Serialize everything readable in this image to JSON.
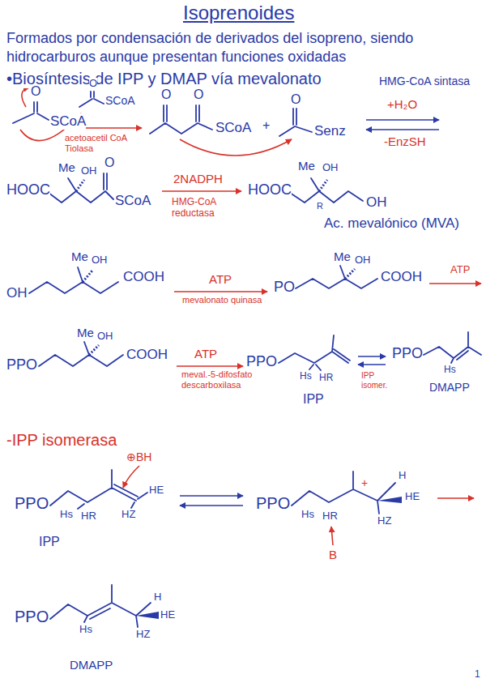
{
  "diagram": {
    "title": "Isoprenoides",
    "labels": [
      "Formados por condensación de derivados del isopreno, siendo hidrocarburos aunque presentan funciones oxidadas",
      "•Biosíntesis de IPP y DMAP vía mevalonato",
      "HMG-CoA sintasa",
      "O",
      "SCoA",
      "O",
      "SCoA",
      "acetoacetil CoA Tiolasa",
      "O",
      "O",
      "SCoA",
      "+",
      "O",
      "Senz",
      "+H₂O",
      "-EnzSH",
      "HOOC",
      "Me",
      "OH",
      "O",
      "SCoA",
      "2NADPH",
      "HMG-CoA reductasa",
      "HOOC",
      "Me",
      "OH",
      "OH",
      "R",
      "Ac. mevalónico (MVA)",
      "Me",
      "OH",
      "OH",
      "COOH",
      "ATP",
      "mevalonato quinasa",
      "PO",
      "Me",
      "OH",
      "COOH",
      "ATP",
      "PPO",
      "Me",
      "OH",
      "COOH",
      "ATP",
      "meval.-5-difosfato descarboxilasa",
      "PPO",
      "Hs",
      "HR",
      "IPP",
      "PPO",
      "IPP isomer.",
      "Hs",
      "DMAPP",
      "-IPP isomerasa",
      "⊕BH",
      "PPO",
      "Hs",
      "HR",
      "HZ",
      "HE",
      "IPP",
      "PPO",
      "Hs",
      "HR",
      "+",
      "H",
      "HE",
      "HZ",
      "B",
      "PPO",
      "Hs",
      "H",
      "HE",
      "HZ",
      "DMAPP",
      "1"
    ]
  }
}
